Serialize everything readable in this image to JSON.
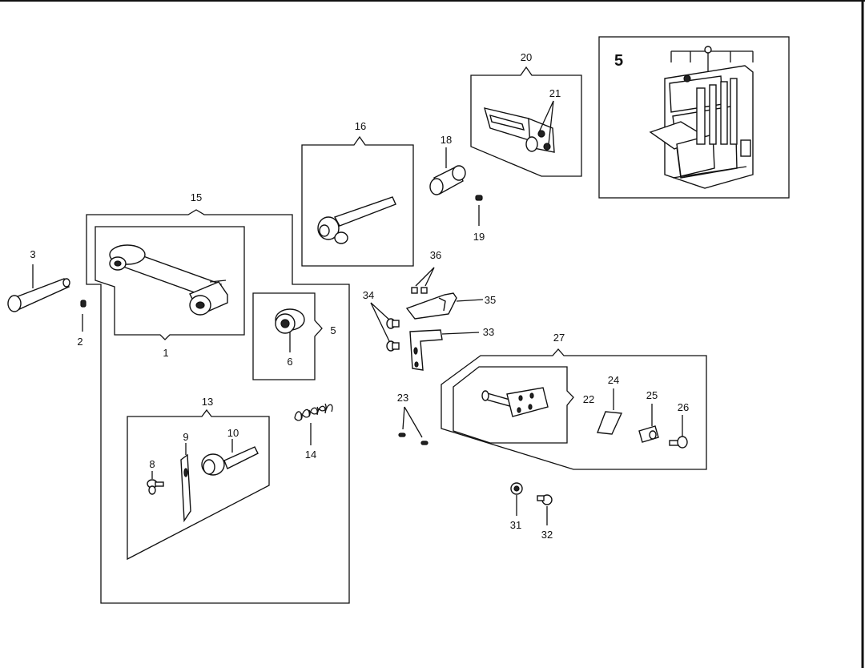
{
  "page_number": "5",
  "part_labels": {
    "p1": "1",
    "p2": "2",
    "p3": "3",
    "p5": "5",
    "p6": "6",
    "p8": "8",
    "p9": "9",
    "p10": "10",
    "p13": "13",
    "p14": "14",
    "p15": "15",
    "p16": "16",
    "p18": "18",
    "p19": "19",
    "p20": "20",
    "p21": "21",
    "p22": "22",
    "p23": "23",
    "p24": "24",
    "p25": "25",
    "p26": "26",
    "p27": "27",
    "p31": "31",
    "p32": "32",
    "p33": "33",
    "p34": "34",
    "p35": "35",
    "p36": "36"
  }
}
